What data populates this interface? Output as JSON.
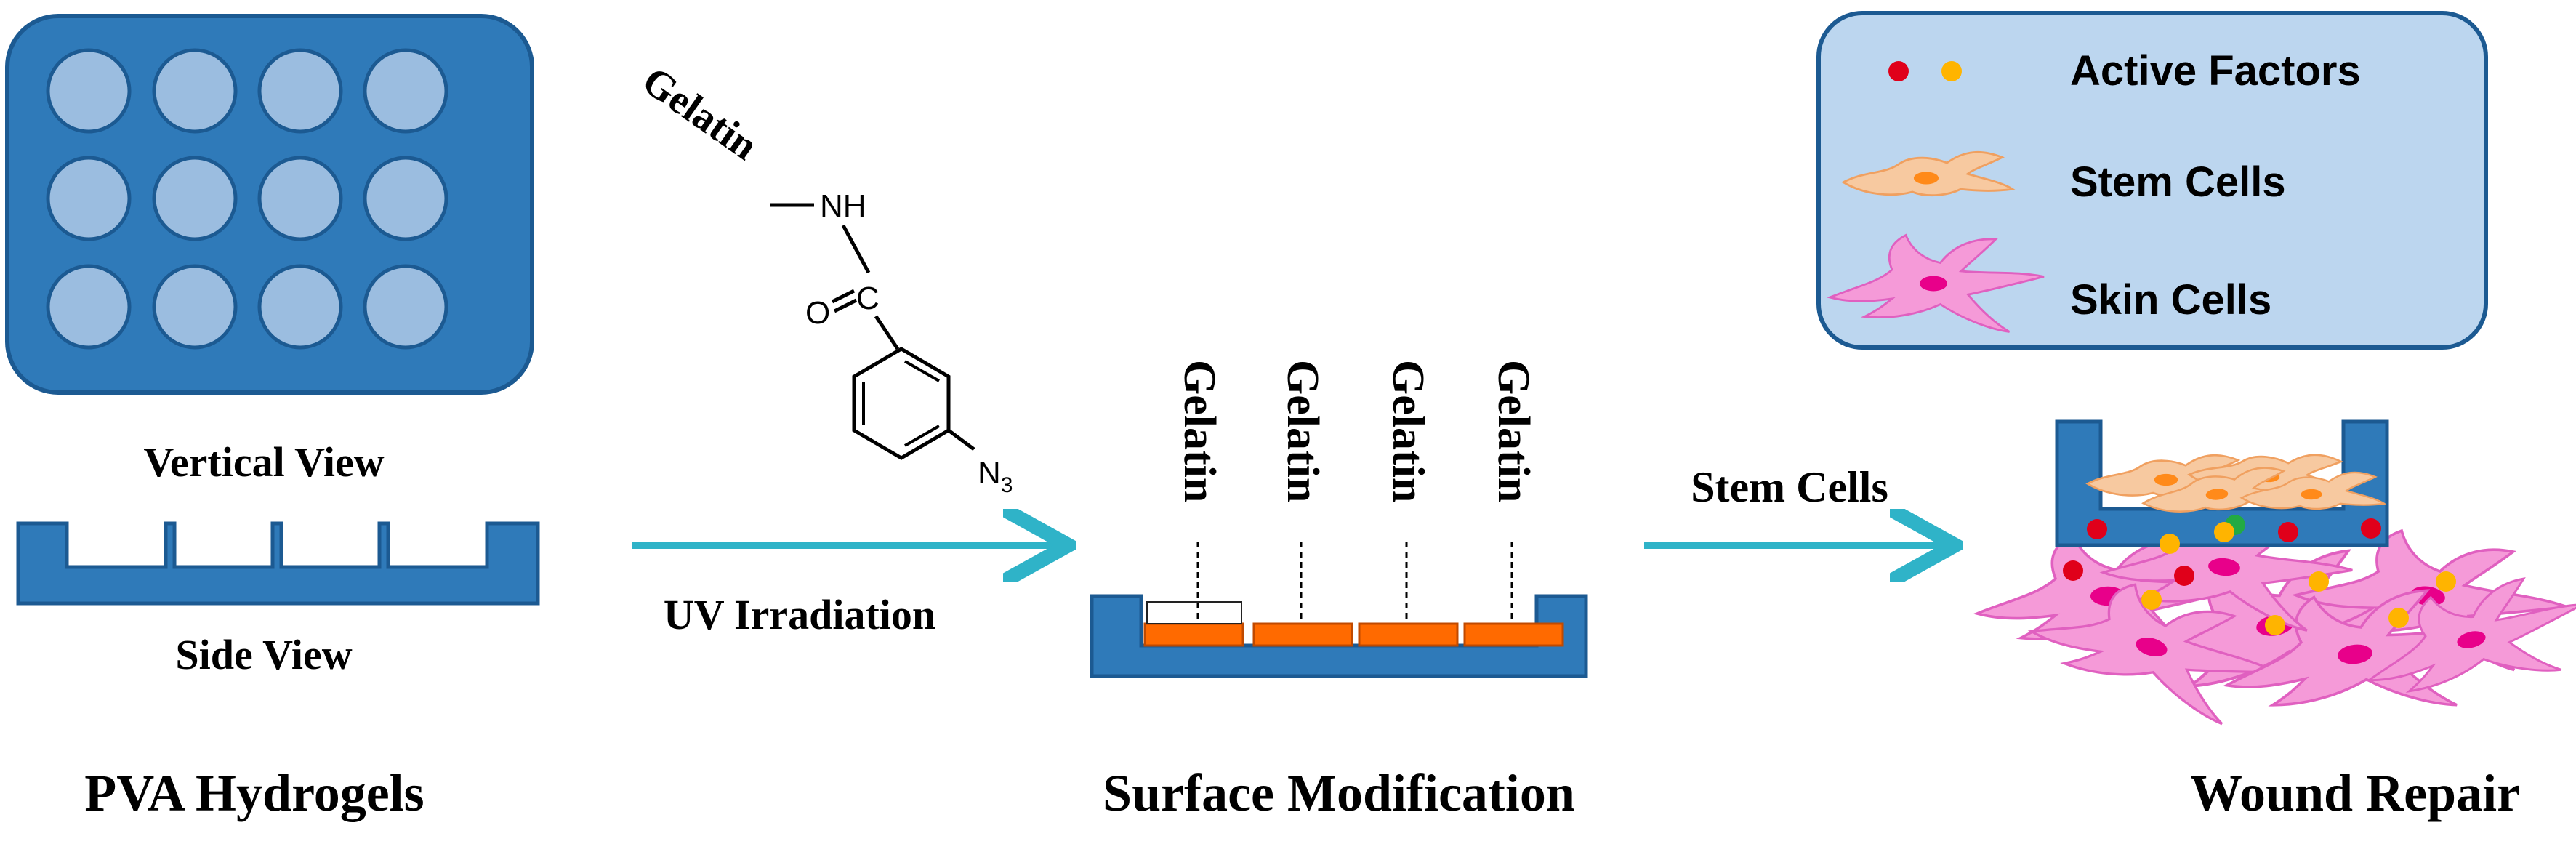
{
  "labels": {
    "vertical_view": "Vertical View",
    "side_view": "Side View",
    "pva_hydrogels": "PVA Hydrogels",
    "uv_irradiation": "UV Irradiation",
    "surface_modification": "Surface Modification",
    "stem_cells_arrow": "Stem Cells",
    "wound_repair": "Wound Repair"
  },
  "molecule": {
    "gelatin": "Gelatin",
    "nh": "NH",
    "o": "O",
    "c": "C",
    "n3_base": "N",
    "n3_sub": "3"
  },
  "gelatin_chains": [
    "Gelatin",
    "Gelatin",
    "Gelatin",
    "Gelatin"
  ],
  "legend": {
    "items": [
      {
        "label": "Active Factors",
        "icon": "dots-icon"
      },
      {
        "label": "Stem Cells",
        "icon": "stem-cell-icon"
      },
      {
        "label": "Skin Cells",
        "icon": "skin-cell-icon"
      }
    ]
  },
  "colors": {
    "plate_blue": "#2f7ab9",
    "well_light": "#9bbde0",
    "legend_bg": "#bcd6ef",
    "arrow_teal": "#2fb3c8",
    "gelatin_orange": "#ff6a00",
    "stem_cell": "#f7c9a0",
    "skin_cell": "#f59ad8",
    "factor_red": "#e0001a",
    "factor_yellow": "#ffb400",
    "factor_green": "#22aa44"
  }
}
